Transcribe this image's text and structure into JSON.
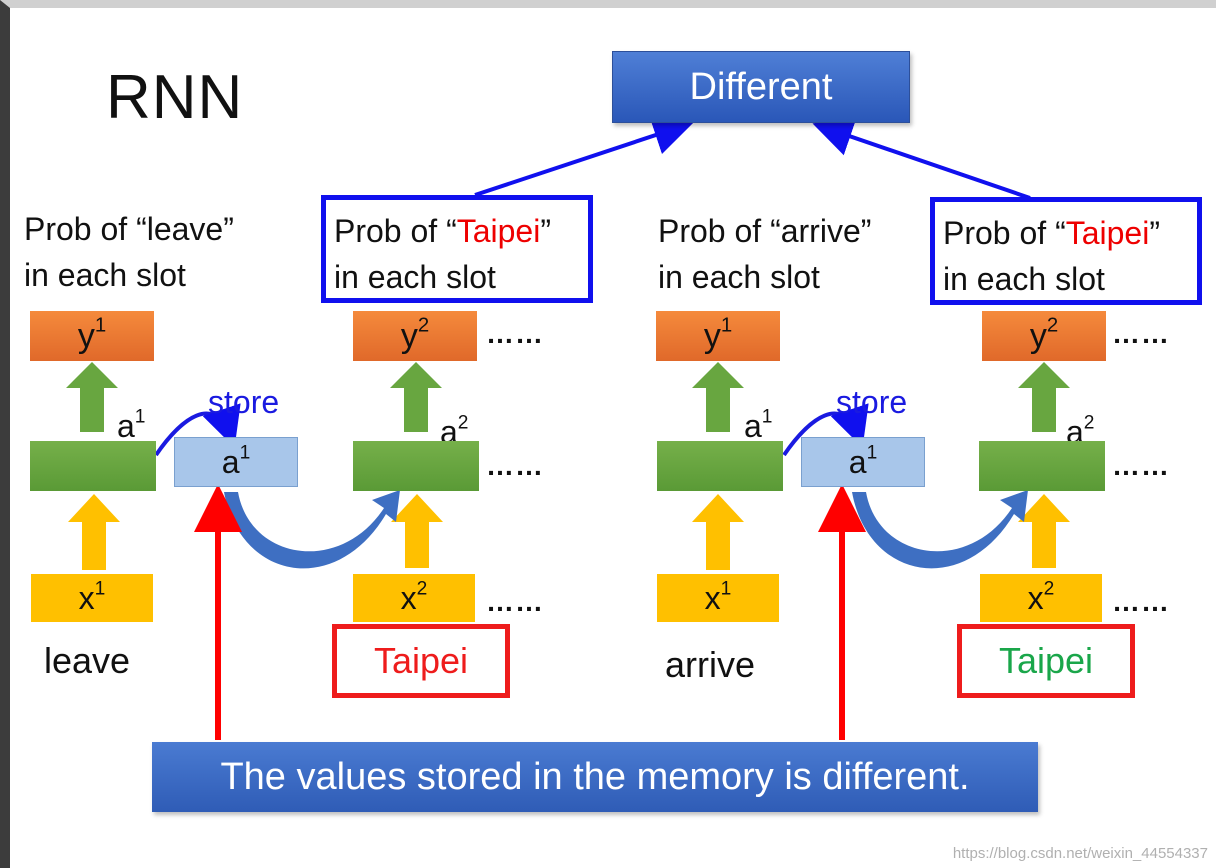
{
  "title": "RNN",
  "top_box": "Different",
  "bottom_banner": "The values stored in the memory is different.",
  "watermark": "https://blog.csdn.net/weixin_44554337",
  "dots": "……",
  "left": {
    "prob1_line1": "Prob of “leave”",
    "prob1_line2": "in each slot",
    "prob2_pre": "Prob of “",
    "prob2_word": "Taipei",
    "prob2_post": "”",
    "prob2_line2": "in each slot",
    "y1": "y",
    "y1_sup": "1",
    "y2": "y",
    "y2_sup": "2",
    "a1": "a",
    "a1_sup": "1",
    "a2": "a",
    "a2_sup": "2",
    "mem": "a",
    "mem_sup": "1",
    "store": "store",
    "x1": "x",
    "x1_sup": "1",
    "x2": "x",
    "x2_sup": "2",
    "word1": "leave",
    "word2": "Taipei"
  },
  "right": {
    "prob1_line1": "Prob of “arrive”",
    "prob1_line2": "in each slot",
    "prob2_pre": "Prob of “",
    "prob2_word": "Taipei",
    "prob2_post": "”",
    "prob2_line2": "in each slot",
    "y1": "y",
    "y1_sup": "1",
    "y2": "y",
    "y2_sup": "2",
    "a1": "a",
    "a1_sup": "1",
    "a2": "a",
    "a2_sup": "2",
    "mem": "a",
    "mem_sup": "1",
    "store": "store",
    "x1": "x",
    "x1_sup": "1",
    "x2": "x",
    "x2_sup": "2",
    "word1": "arrive",
    "word2": "Taipei"
  },
  "colors": {
    "prob_highlight": "#ee0000",
    "taipei_left": "#ee1c1c",
    "taipei_right": "#1aa64a",
    "output_box": "#e8722e",
    "hidden_box": "#68a640",
    "memory_box": "#a8c6ea",
    "input_box": "#ffc000",
    "arrow_blue": "#1010ee",
    "arrow_red": "#ff0000"
  }
}
